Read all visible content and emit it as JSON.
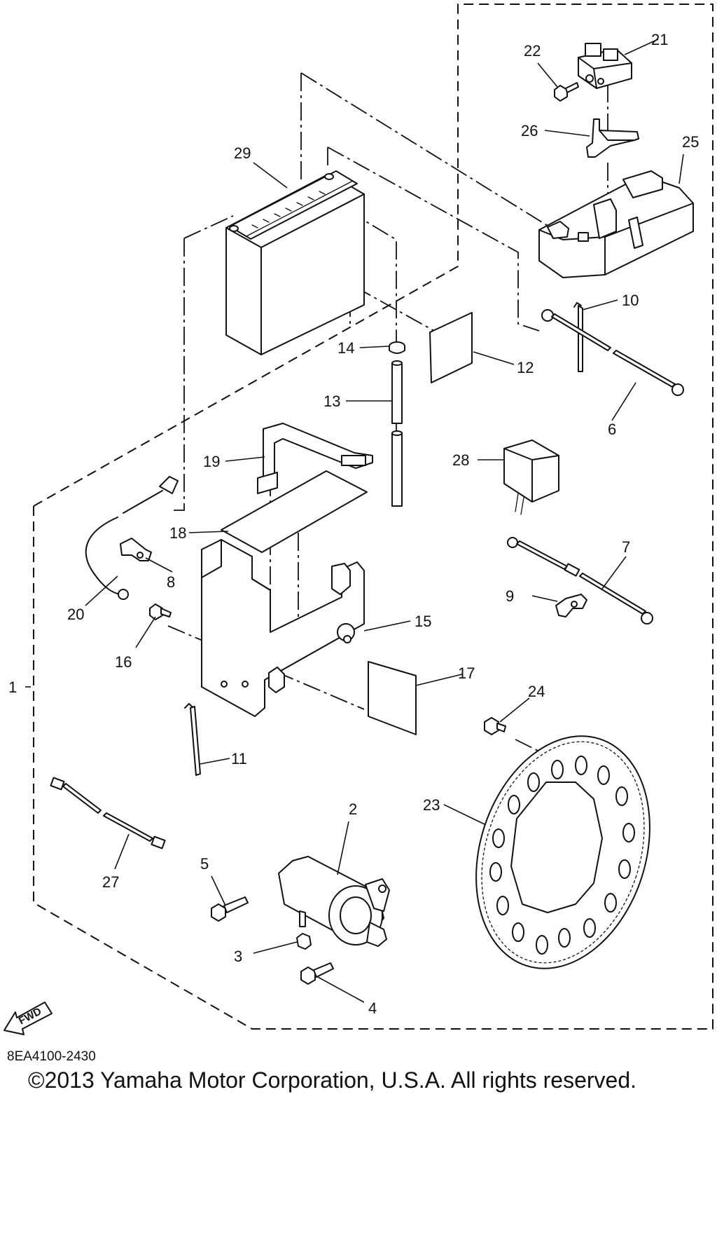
{
  "diagram": {
    "callouts": [
      "1",
      "2",
      "3",
      "4",
      "5",
      "6",
      "7",
      "8",
      "9",
      "10",
      "11",
      "12",
      "13",
      "14",
      "15",
      "16",
      "17",
      "18",
      "19",
      "20",
      "21",
      "22",
      "23",
      "24",
      "25",
      "26",
      "27",
      "28",
      "29"
    ],
    "fwd_label": "FWD",
    "diagram_code": "8EA4100-2430",
    "copyright": "©2013 Yamaha Motor Corporation, U.S.A. All rights reserved."
  }
}
